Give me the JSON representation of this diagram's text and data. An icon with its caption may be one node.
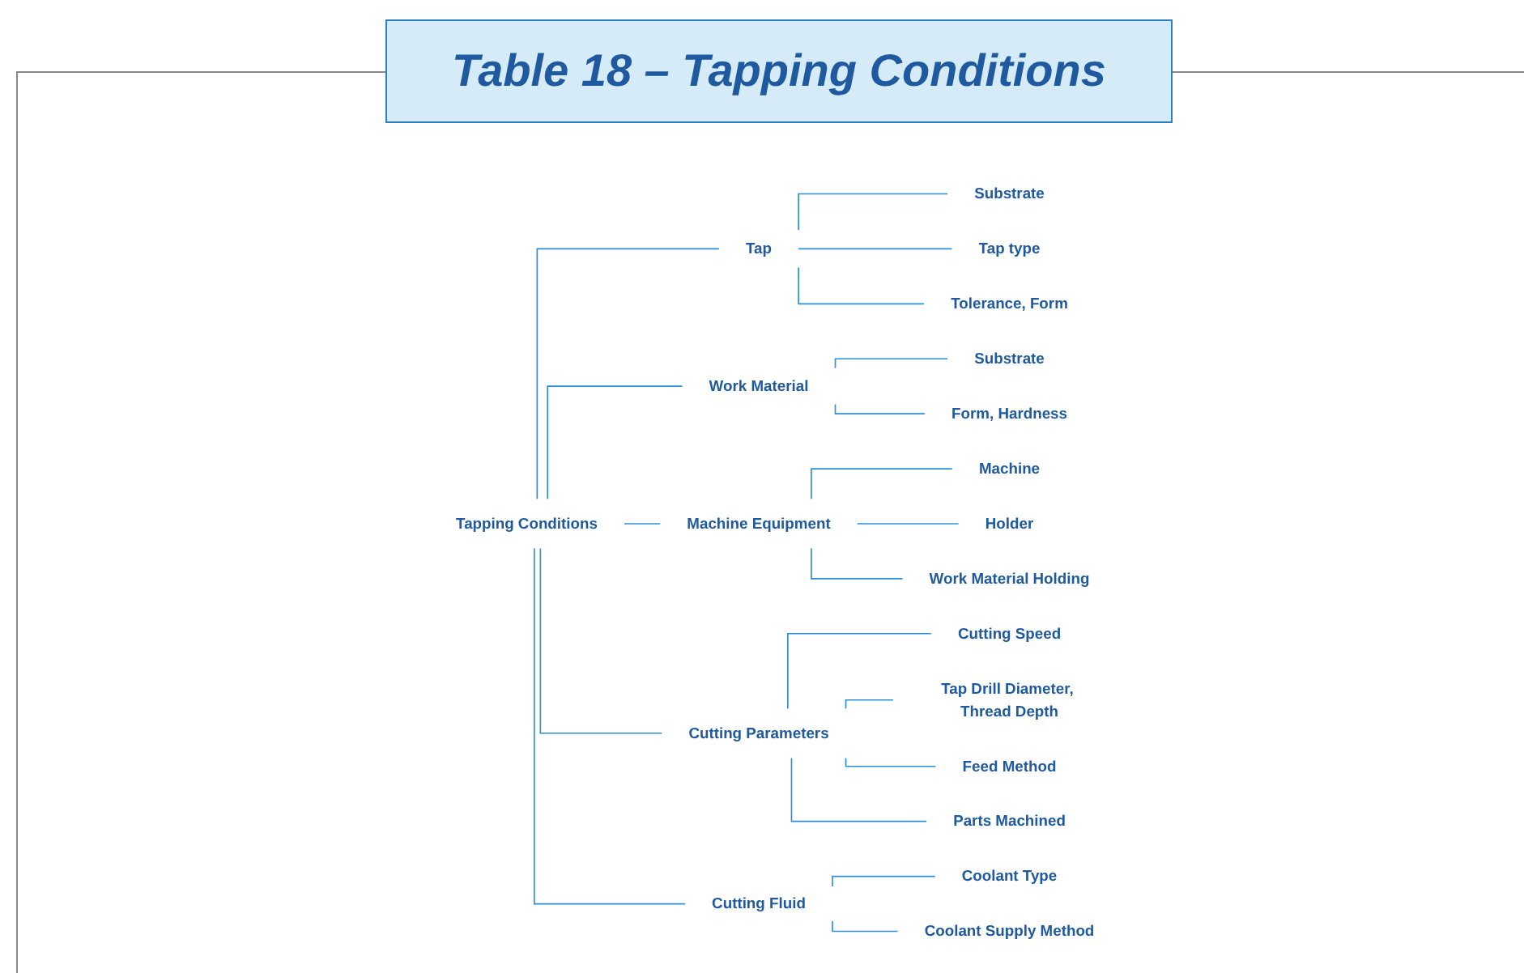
{
  "diagram": {
    "title": "Table 18 – Tapping Conditions",
    "nodes": [
      {
        "text": [
          "Tapping Conditions"
        ]
      },
      {
        "text": [
          "Tap"
        ]
      },
      {
        "text": [
          "Substrate"
        ]
      },
      {
        "text": [
          "Tap type"
        ]
      },
      {
        "text": [
          "Tolerance, Form"
        ]
      },
      {
        "text": [
          "Work Material"
        ]
      },
      {
        "text": [
          "Substrate"
        ]
      },
      {
        "text": [
          "Form, Hardness"
        ]
      },
      {
        "text": [
          "Machine Equipment"
        ]
      },
      {
        "text": [
          "Machine"
        ]
      },
      {
        "text": [
          "Holder"
        ]
      },
      {
        "text": [
          "Work Material Holding"
        ]
      },
      {
        "text": [
          "Cutting Parameters"
        ]
      },
      {
        "text": [
          "Cutting Speed"
        ]
      },
      {
        "text": [
          "Tap Drill Diameter, Thread Depth"
        ]
      },
      {
        "text": [
          "Feed Method"
        ]
      },
      {
        "text": [
          "Parts Machined"
        ]
      },
      {
        "text": [
          "Cutting Fluid"
        ]
      },
      {
        "text": [
          "Coolant Type"
        ]
      },
      {
        "text": [
          "Coolant Supply Method"
        ]
      }
    ],
    "edges": [
      {
        "from": 0,
        "to": 1,
        "arrow": "none"
      },
      {
        "from": 1,
        "to": 2,
        "arrow": "none"
      },
      {
        "from": 1,
        "to": 3,
        "arrow": "none"
      },
      {
        "from": 1,
        "to": 4,
        "arrow": "none"
      },
      {
        "from": 0,
        "to": 5,
        "arrow": "none"
      },
      {
        "from": 5,
        "to": 6,
        "arrow": "none"
      },
      {
        "from": 5,
        "to": 7,
        "arrow": "none"
      },
      {
        "from": 0,
        "to": 8,
        "arrow": "none"
      },
      {
        "from": 8,
        "to": 9,
        "arrow": "none"
      },
      {
        "from": 8,
        "to": 10,
        "arrow": "none"
      },
      {
        "from": 8,
        "to": 11,
        "arrow": "none"
      },
      {
        "from": 0,
        "to": 12,
        "arrow": "none"
      },
      {
        "from": 12,
        "to": 13,
        "arrow": "none"
      },
      {
        "from": 12,
        "to": 14,
        "arrow": "none"
      },
      {
        "from": 12,
        "to": 15,
        "arrow": "none"
      },
      {
        "from": 12,
        "to": 16,
        "arrow": "none"
      },
      {
        "from": 0,
        "to": 17,
        "arrow": "none"
      },
      {
        "from": 17,
        "to": 18,
        "arrow": "none"
      },
      {
        "from": 17,
        "to": 19,
        "arrow": "none"
      }
    ]
  }
}
